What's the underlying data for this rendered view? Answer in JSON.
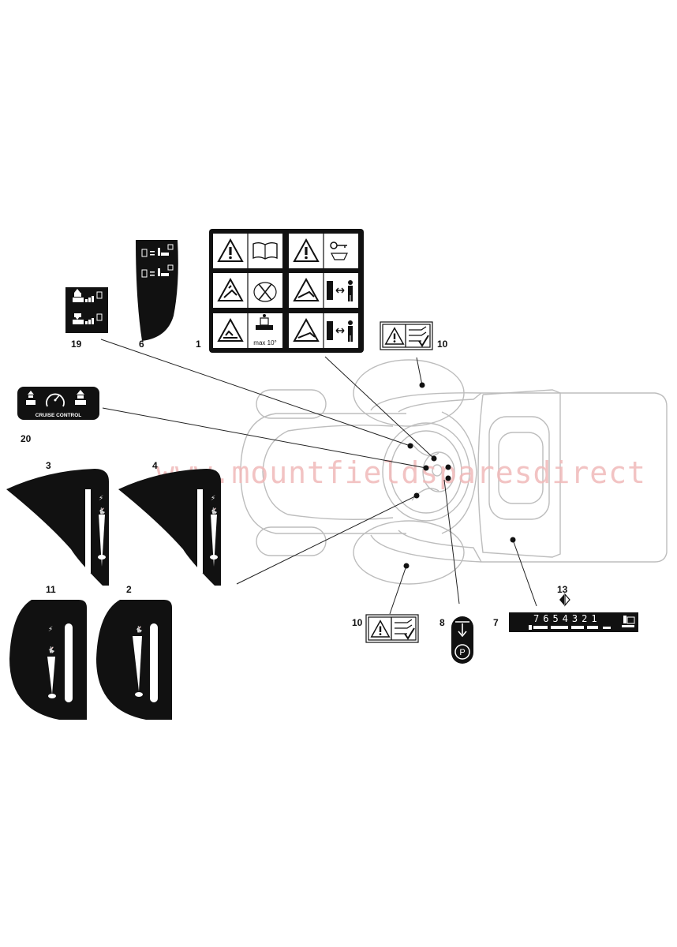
{
  "watermark": "www.mountfieldsparesdirect",
  "callouts": {
    "c1": "1",
    "c2": "2",
    "c3": "3",
    "c4": "4",
    "c6": "6",
    "c7": "7",
    "c8": "8",
    "c10a": "10",
    "c10b": "10",
    "c11": "11",
    "c13": "13",
    "c19": "19",
    "c20": "20"
  },
  "decal_text": {
    "cruise_control": "CRUISE CONTROL",
    "max_slope": "max 10°",
    "gear_numbers": "7654321",
    "parking": "P"
  },
  "icons": {
    "warning": "warning-triangle-icon",
    "manual": "open-book-icon",
    "key": "key-icon",
    "safe_distance": "person-distance-icon",
    "speed_fast": "hare-icon",
    "speed_slow": "tortoise-icon",
    "speedometer": "speedometer-icon",
    "parking_brake": "parking-brake-icon"
  }
}
